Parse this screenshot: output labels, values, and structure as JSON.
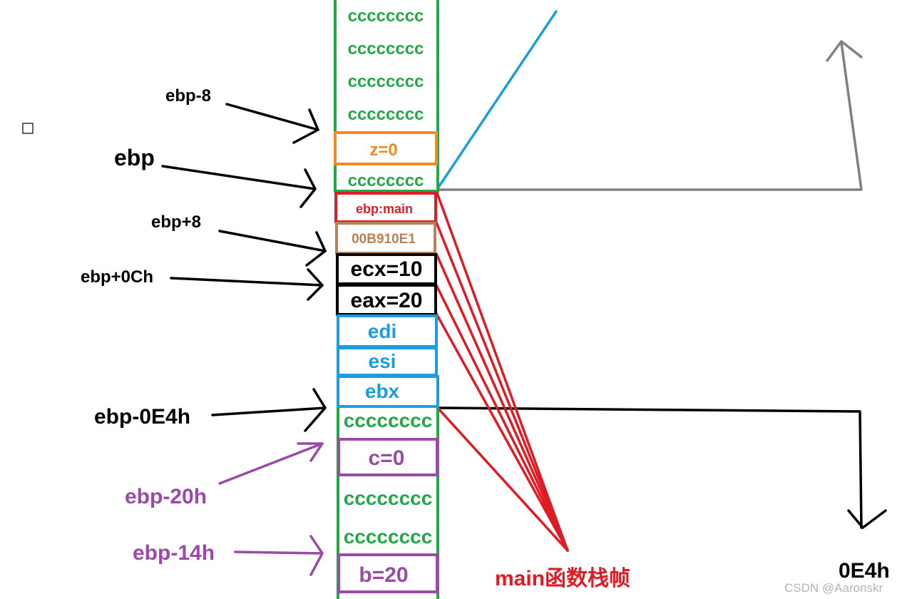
{
  "colors": {
    "green": "#22a846",
    "orange": "#f08a24",
    "red": "#e01b24",
    "brown": "#b5835a",
    "black": "#000000",
    "blue": "#1a9ee0",
    "purple": "#9b4aa8",
    "gray": "#808080"
  },
  "stack": {
    "filler": "cccccccc",
    "z_cell": "z=0",
    "ebp_main_cell": "ebp:main",
    "return_addr_cell": "00B910E1",
    "ecx_cell": "ecx=10",
    "eax_cell": "eax=20",
    "edi_cell": "edi",
    "esi_cell": "esi",
    "ebx_cell": "ebx",
    "c_cell": "c=0",
    "b_cell": "b=20"
  },
  "labels": {
    "ebp_minus_8": "ebp-8",
    "ebp": "ebp",
    "ebp_plus_8": "ebp+8",
    "ebp_plus_0ch": "ebp+0Ch",
    "ebp_minus_0e4h": "ebp-0E4h",
    "ebp_minus_20h": "ebp-20h",
    "ebp_minus_14h": "ebp-14h",
    "size_0e4h": "0E4h",
    "main_frame": "main函数栈帧"
  },
  "watermark": "CSDN @Aaronskr"
}
